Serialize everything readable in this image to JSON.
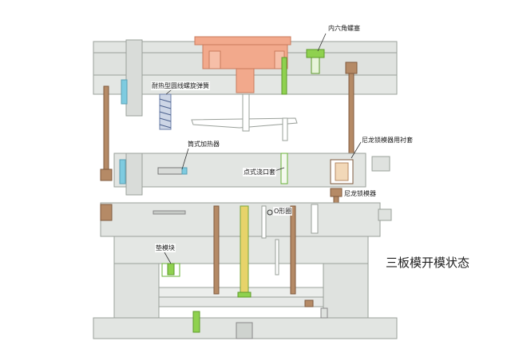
{
  "diagram": {
    "caption": "三板模开模状态",
    "labels": {
      "hex_socket_plug": "内六角螺塞",
      "heat_resistant_spring": "耐热型圆线螺旋弹簧",
      "cartridge_heater": "筒式加热器",
      "nylon_lock_sleeve": "尼龙锁模器用衬套",
      "pin_point_sprue_bush": "点式浇口套",
      "nylon_mold_lock": "尼龙锁模器",
      "o_ring": "O形圈",
      "support_block": "垫模块"
    },
    "colors": {
      "plate_fill": "#e2e5e2",
      "plate_stroke": "#9aa09a",
      "sprue_orange": "#f2a98c",
      "green_part": "#8fd14f",
      "brown_rod": "#b58a66",
      "cyan_part": "#7ecbe0",
      "runner_white": "#ffffff"
    }
  }
}
